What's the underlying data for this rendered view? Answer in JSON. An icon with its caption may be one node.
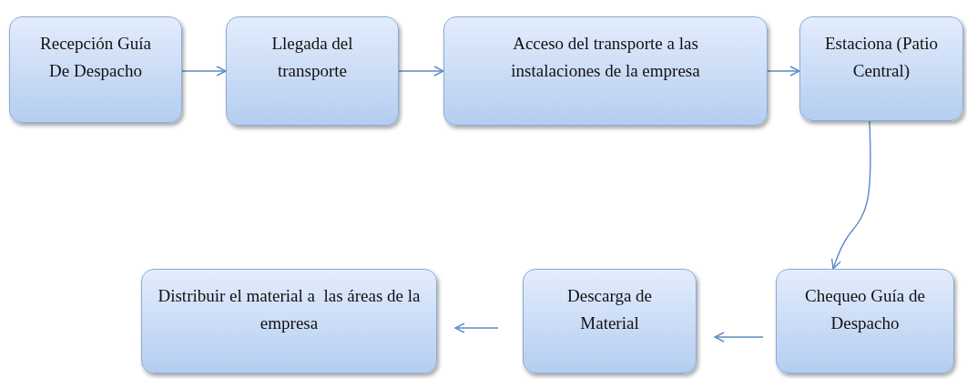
{
  "diagram": {
    "nodes": [
      {
        "text": [
          "Recepción Guía De Despacho"
        ]
      },
      {
        "text": [
          "Llegada del transporte"
        ]
      },
      {
        "text": [
          "Acceso del transporte a las instalaciones de la empresa"
        ]
      },
      {
        "text": [
          "Estaciona (Patio Central)"
        ]
      },
      {
        "text": [
          "Chequeo Guía de Despacho"
        ]
      },
      {
        "text": [
          "Descarga de Material"
        ]
      },
      {
        "text": [
          "Distribuir el material a  las áreas de la empresa"
        ]
      }
    ],
    "edges": [
      {
        "from": 0,
        "to": 1,
        "arrow": "to"
      },
      {
        "from": 1,
        "to": 2,
        "arrow": "to"
      },
      {
        "from": 2,
        "to": 3,
        "arrow": "to"
      },
      {
        "from": 3,
        "to": 4,
        "arrow": "to"
      },
      {
        "from": 4,
        "to": 5,
        "arrow": "to"
      },
      {
        "from": 5,
        "to": 6,
        "arrow": "to"
      }
    ]
  }
}
